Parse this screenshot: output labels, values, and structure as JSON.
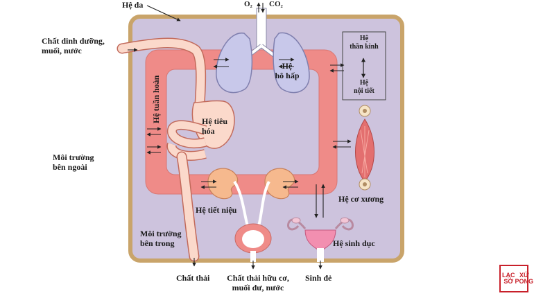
{
  "labels": {
    "integumentary": "Hệ da",
    "o2": "O₂",
    "co2": "CO₂",
    "nutrients_line1": "Chất dinh dưỡng,",
    "nutrients_line2": "muối, nước",
    "nervous_line1": "Hệ",
    "nervous_line2": "thần kinh",
    "endocrine_line1": "Hệ",
    "endocrine_line2": "nội tiết",
    "respiratory_line1": "Hệ",
    "respiratory_line2": "hô hấp",
    "circulatory": "Hệ tuần hoàn",
    "digestive_line1": "Hệ tiêu",
    "digestive_line2": "hóa",
    "external_line1": "Môi trường",
    "external_line2": "bên ngoài",
    "musculoskeletal": "Hệ cơ xương",
    "urinary": "Hệ tiết niệu",
    "internal_line1": "Môi trường",
    "internal_line2": "bên trong",
    "reproductive": "Hệ sinh dục",
    "waste": "Chất thải",
    "organic_waste_line1": "Chất thải hữu cơ,",
    "organic_waste_line2": "muối dư, nước",
    "birth": "Sinh đẻ"
  },
  "watermark": {
    "letters": [
      "LẠC",
      "XỨ",
      "SỞ",
      "PONG"
    ]
  },
  "colors": {
    "skin_border": "#c9a46a",
    "internal_env": "#cdc3dd",
    "circulatory": "#ef8b88",
    "digestive": "#fbd9cb",
    "lungs": "#c8c8ea",
    "kidney": "#f6b98e",
    "muscle": "#e36f6f"
  }
}
